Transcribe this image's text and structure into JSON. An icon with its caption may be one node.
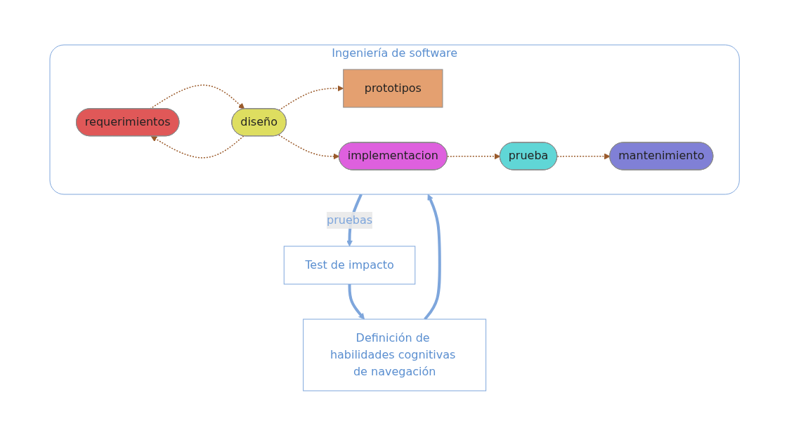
{
  "diagram": {
    "nodes": [
      {
        "text": [
          "Definición de habilidades cognitivas de navegación"
        ]
      },
      {
        "text": [
          "Ingeniería de software"
        ]
      },
      {
        "text": [
          "requerimientos"
        ],
        "in": 1
      },
      {
        "text": [
          "diseño"
        ],
        "in": 1
      },
      {
        "text": [
          "prototipos"
        ],
        "in": 1
      },
      {
        "text": [
          "implementacion"
        ],
        "in": 1
      },
      {
        "text": [
          "prueba"
        ],
        "in": 1
      },
      {
        "text": [
          "mantenimiento"
        ],
        "in": 1
      },
      {
        "text": [
          "Test de impacto"
        ]
      }
    ],
    "edges": [
      {
        "from": 0,
        "to": 1,
        "arrow": "to",
        "style": "thick",
        "color": "#7ea6dc"
      },
      {
        "from": 1,
        "to": 8,
        "arrow": "to",
        "label": "pruebas",
        "style": "thick",
        "color": "#7ea6dc"
      },
      {
        "from": 8,
        "to": 0,
        "arrow": "to",
        "style": "thick",
        "color": "#7ea6dc"
      },
      {
        "from": 2,
        "to": 3,
        "arrow": "to",
        "style": "dashed"
      },
      {
        "from": 3,
        "to": 2,
        "arrow": "to",
        "style": "dashed"
      },
      {
        "from": 3,
        "to": 4,
        "arrow": "to",
        "style": "dashed"
      },
      {
        "from": 3,
        "to": 5,
        "arrow": "to",
        "style": "dashed"
      },
      {
        "from": 5,
        "to": 6,
        "arrow": "to",
        "style": "dashed"
      },
      {
        "from": 6,
        "to": 7,
        "arrow": "to",
        "style": "dashed"
      }
    ]
  }
}
